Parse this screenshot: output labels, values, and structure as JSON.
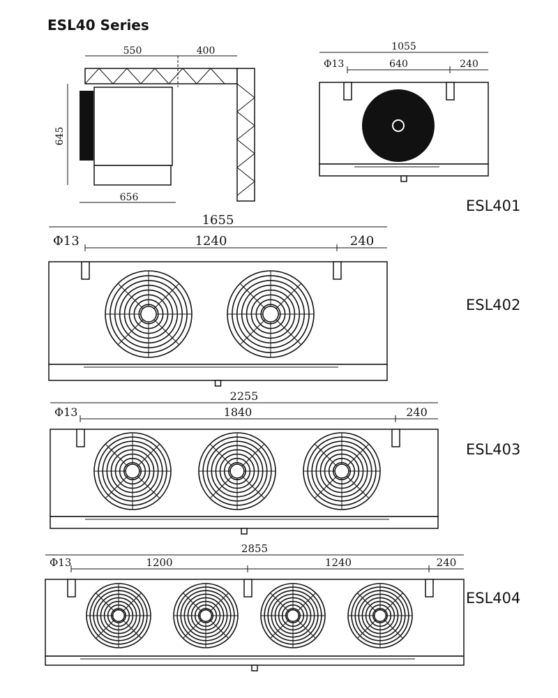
{
  "title": "ESL40 Series",
  "side_view": {
    "dims": [
      "550",
      "400",
      "645",
      "656"
    ]
  },
  "models": [
    {
      "name": "ESL401",
      "overall": "1055",
      "phi": "Φ13",
      "spans": [
        "640",
        "240"
      ],
      "fans": 1
    },
    {
      "name": "ESL402",
      "overall": "1655",
      "phi": "Φ13",
      "spans": [
        "1240",
        "240"
      ],
      "fans": 2
    },
    {
      "name": "ESL403",
      "overall": "2255",
      "phi": "Φ13",
      "spans": [
        "1840",
        "240"
      ],
      "fans": 3
    },
    {
      "name": "ESL404",
      "overall": "2855",
      "phi": "Φ13",
      "spans": [
        "1200",
        "1240",
        "240"
      ],
      "fans": 4
    }
  ]
}
